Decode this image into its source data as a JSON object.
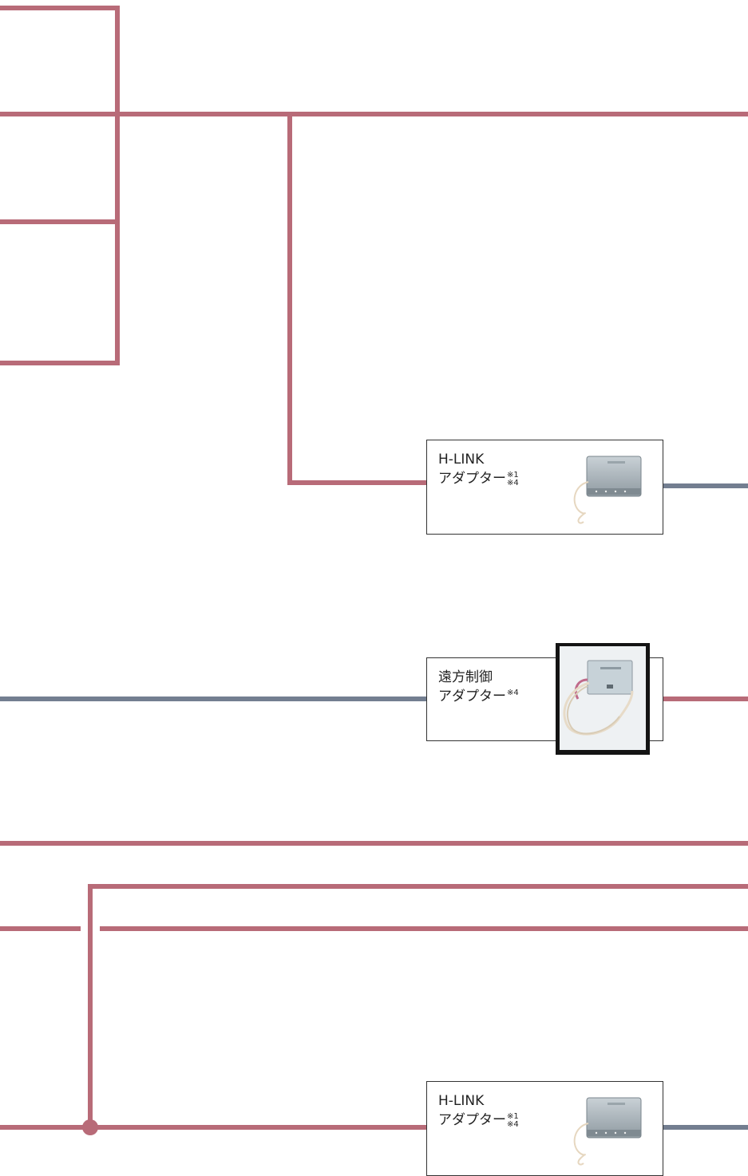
{
  "colors": {
    "pink_line": "#B86B78",
    "gray_line": "#737E90",
    "box_border": "#333333"
  },
  "adapters": [
    {
      "id": "hlink-1",
      "title": "H-LINK",
      "name": "アダプター",
      "notes": [
        "※1",
        "※4"
      ],
      "icon": "hlink-adapter-photo"
    },
    {
      "id": "remote-ctrl",
      "title": "遠方制御",
      "name": "アダプター",
      "notes": [
        "※4"
      ],
      "icon": "remote-control-adapter-photo"
    },
    {
      "id": "hlink-2",
      "title": "H-LINK",
      "name": "アダプター",
      "notes": [
        "※1",
        "※4"
      ],
      "icon": "hlink-adapter-photo"
    }
  ]
}
